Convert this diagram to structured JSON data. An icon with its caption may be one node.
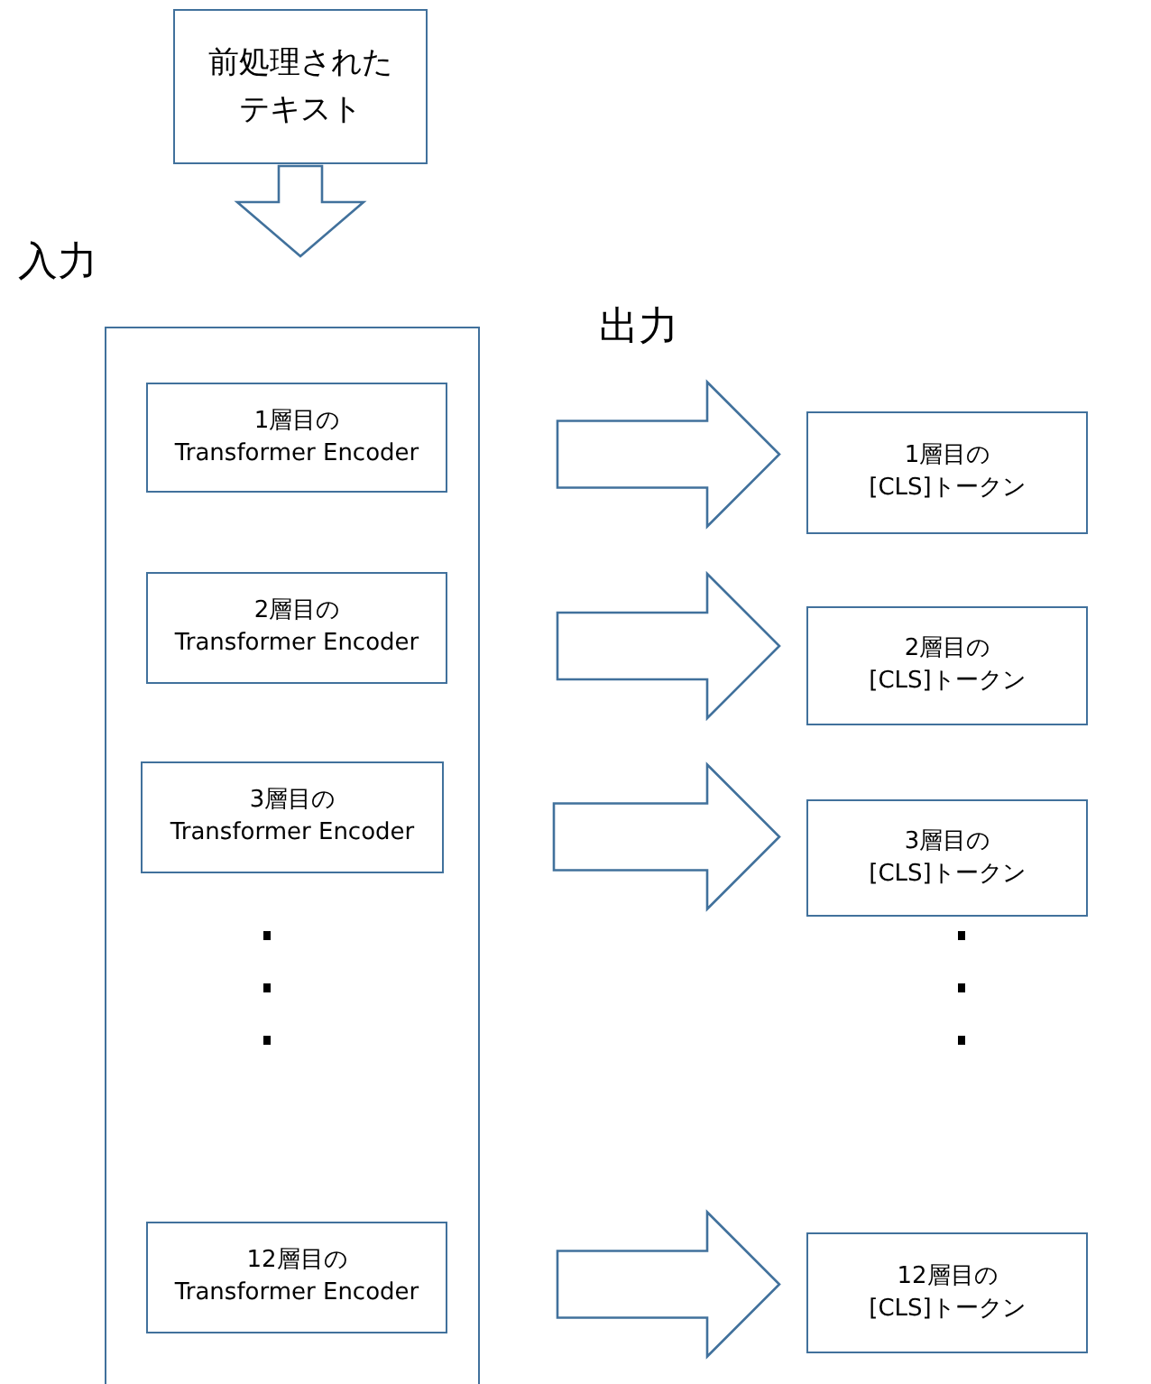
{
  "diagram": {
    "nodes": [
      {
        "text": [
          "前処理されたテキスト"
        ]
      },
      {
        "text": [],
        "shape": "box"
      },
      {
        "text": [
          "1層目の",
          "Transformer Encoder"
        ],
        "in": 1
      },
      {
        "text": [
          "2層目の",
          "Transformer Encoder"
        ],
        "in": 1
      },
      {
        "text": [
          "3層目の",
          "Transformer Encoder"
        ],
        "in": 1
      },
      {
        "text": [
          "12層目の",
          "Transformer Encoder"
        ],
        "in": 1
      },
      {
        "text": [
          "1層目の",
          "[CLS]トークン"
        ]
      },
      {
        "text": [
          "2層目の",
          "[CLS]トークン"
        ]
      },
      {
        "text": [
          "3層目の",
          "[CLS]トークン"
        ]
      },
      {
        "text": [
          "12層目の",
          "[CLS]トークン"
        ]
      }
    ],
    "edges": [
      {
        "from": 0,
        "to": 1,
        "arrow": "to"
      },
      {
        "from": 2,
        "to": 6,
        "arrow": "to"
      },
      {
        "from": 3,
        "to": 7,
        "arrow": "to"
      },
      {
        "from": 4,
        "to": 8,
        "arrow": "to"
      },
      {
        "from": 5,
        "to": 9,
        "arrow": "to"
      }
    ],
    "labels": [
      "入力",
      "出力"
    ]
  }
}
